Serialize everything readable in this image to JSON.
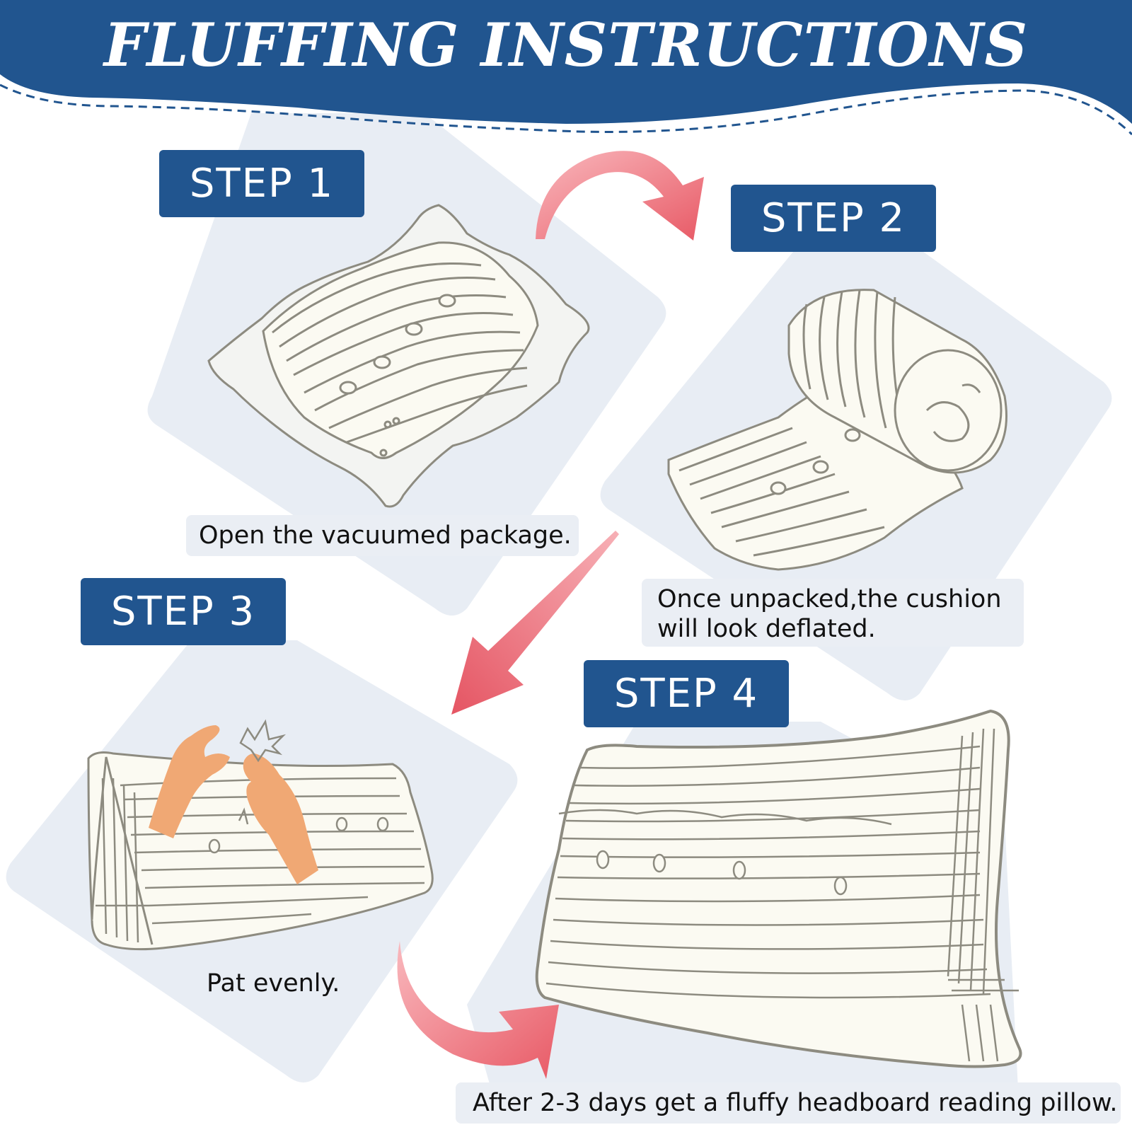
{
  "header": {
    "title": "FLUFFING INSTRUCTIONS",
    "background_color": "#21558f"
  },
  "steps": [
    {
      "label": "STEP 1",
      "caption": "Open the vacuumed package.",
      "illustration": "vacuum-packed-pillow-icon"
    },
    {
      "label": "STEP 2",
      "caption_line1": "Once unpacked,the cushion",
      "caption_line2": "will look deflated.",
      "illustration": "rolled-cushion-icon"
    },
    {
      "label": "STEP 3",
      "caption": "Pat evenly.",
      "illustration": "hands-patting-pillow-icon"
    },
    {
      "label": "STEP 4",
      "caption": "After 2-3 days get a fluffy headboard reading pillow.",
      "illustration": "fluffy-wedge-pillow-icon"
    }
  ],
  "colors": {
    "badge": "#21558f",
    "panel": "#e8edf4",
    "arrow": "#ec6f78",
    "pillow_fill": "#fbfaf2",
    "pillow_stroke": "#8d8b80",
    "hand": "#f0a874"
  }
}
